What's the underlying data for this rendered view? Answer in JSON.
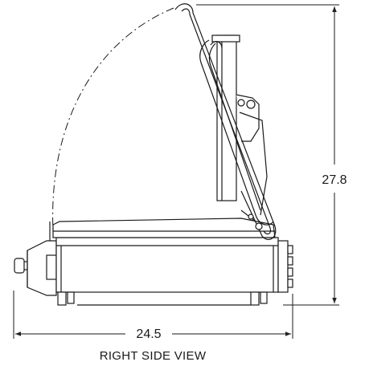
{
  "dimensions": {
    "height": "27.8",
    "width": "24.5"
  },
  "view_title": "RIGHT SIDE VIEW"
}
